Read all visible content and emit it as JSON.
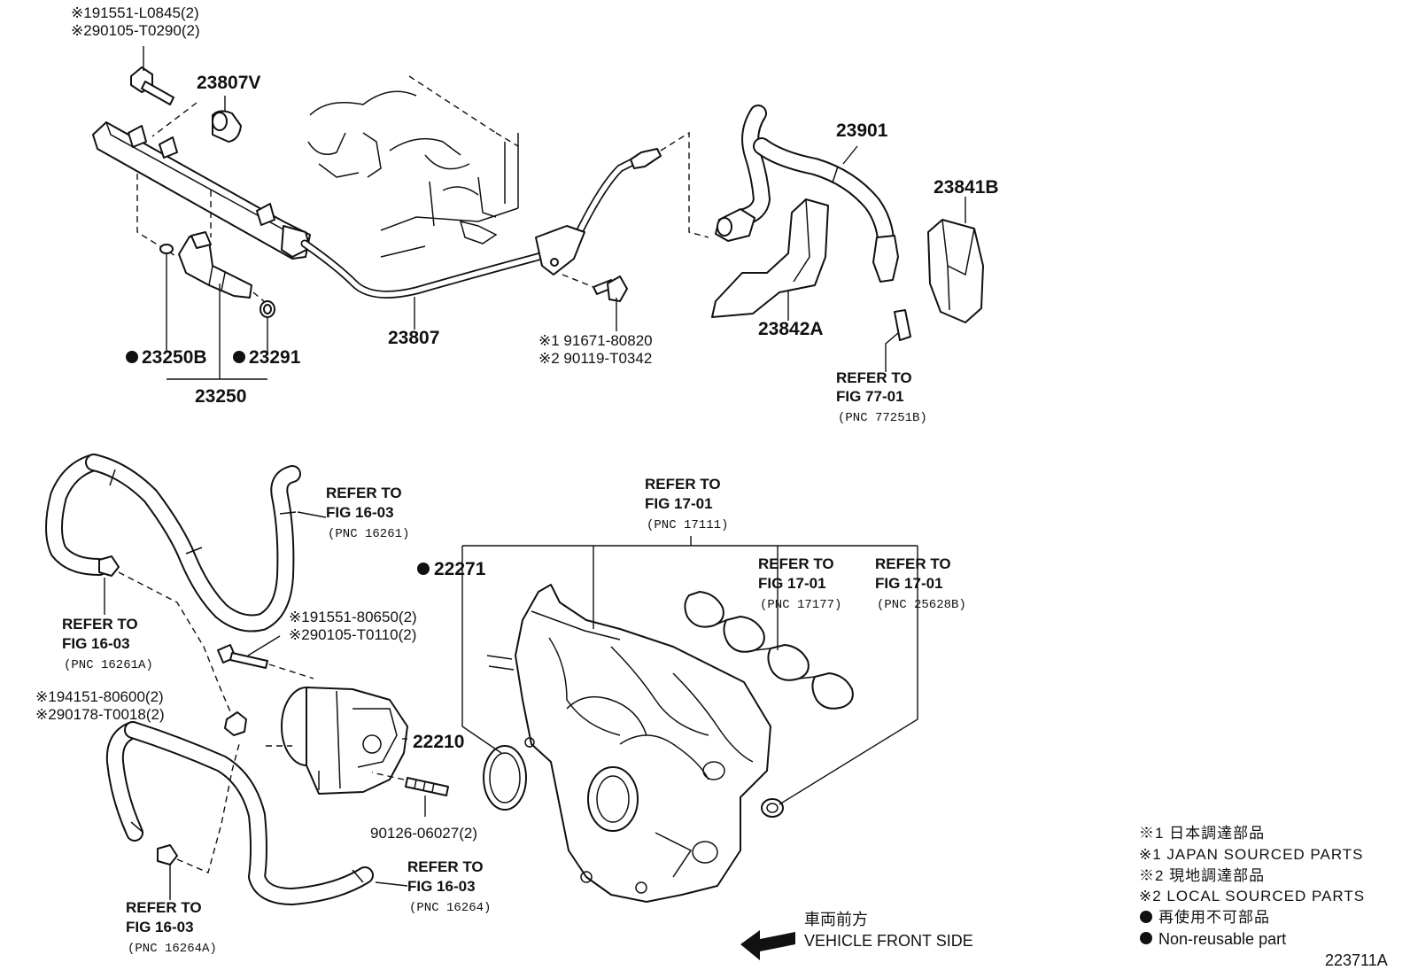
{
  "top_left_callout": {
    "line1": "※191551-L0845(2)",
    "line2": "※290105-T0290(2)"
  },
  "labels": {
    "p23807V": "23807V",
    "p23901": "23901",
    "p23841B": "23841B",
    "p23842A": "23842A",
    "p23807": "23807",
    "p23250B": "23250B",
    "p23291": "23291",
    "p23250": "23250",
    "p22271": "22271",
    "p22210": "22210",
    "stud": "90126-06027(2)"
  },
  "bracket_bolt": {
    "line1": "※1 91671-80820",
    "line2": "※2 90119-T0342"
  },
  "tb_bolt": {
    "line1": "※191551-80650(2)",
    "line2": "※290105-T0110(2)"
  },
  "hose_clip_bolt": {
    "line1": "※194151-80600(2)",
    "line2": "※290178-T0018(2)"
  },
  "refers": {
    "fig77": {
      "l1": "REFER TO",
      "l2": "FIG 77-01",
      "l3": "(PNC 77251B)"
    },
    "fig16a": {
      "l1": "REFER TO",
      "l2": "FIG 16-03",
      "l3": "(PNC 16261)"
    },
    "fig16b": {
      "l1": "REFER TO",
      "l2": "FIG 16-03",
      "l3": "(PNC 16261A)"
    },
    "fig16c": {
      "l1": "REFER TO",
      "l2": "FIG 16-03",
      "l3": "(PNC 16264)"
    },
    "fig16d": {
      "l1": "REFER TO",
      "l2": "FIG 16-03",
      "l3": "(PNC 16264A)"
    },
    "fig17a": {
      "l1": "REFER TO",
      "l2": "FIG 17-01",
      "l3": "(PNC 17111)"
    },
    "fig17b": {
      "l1": "REFER TO",
      "l2": "FIG 17-01",
      "l3": "(PNC 17177)"
    },
    "fig17c": {
      "l1": "REFER TO",
      "l2": "FIG 17-01",
      "l3": "(PNC 25628B)"
    }
  },
  "legend": {
    "l1": "※1 日本調達部品",
    "l2": "※1 JAPAN SOURCED PARTS",
    "l3": "※2 現地調達部品",
    "l4": "※2 LOCAL SOURCED PARTS",
    "l5": "再使用不可部品",
    "l6": "Non-reusable part"
  },
  "front": {
    "jp": "車両前方",
    "en": "VEHICLE FRONT SIDE"
  },
  "figure_id": "223711A"
}
